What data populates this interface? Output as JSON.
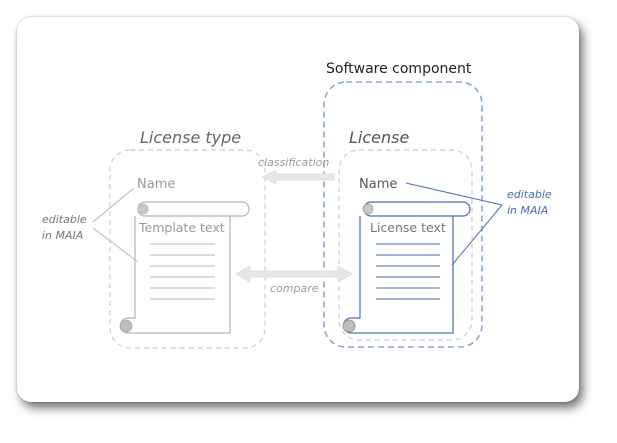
{
  "software_component": {
    "label": "Software component",
    "color": "#8aa8d6"
  },
  "license_type": {
    "title": "License type",
    "name_label": "Name",
    "scroll_label": "Template text",
    "color": "#b5b5b5"
  },
  "license": {
    "title": "License",
    "name_label": "Name",
    "scroll_label": "License text",
    "color": "#4a6fb0"
  },
  "arrows": {
    "classification": "classification",
    "compare": "compare"
  },
  "annotations": {
    "left_line1": "editable",
    "left_line2": "in MAIA",
    "right_line1": "editable",
    "right_line2": "in MAIA"
  },
  "colors": {
    "gray_text": "#9a9a9a",
    "dark_text": "#222222",
    "arrow_fill": "#e6e6e6",
    "dashed_gray": "#d4d4d4"
  }
}
